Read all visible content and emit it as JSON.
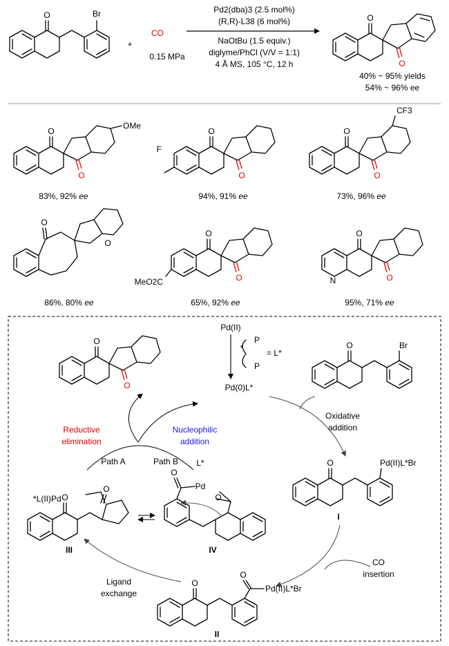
{
  "scheme": {
    "reactant_atom": "Br",
    "plus": "+",
    "co": "CO",
    "pressure": "0.15 MPa",
    "conditions": [
      "Pd2(dba)3 (2.5 mol%)",
      "(R,R)-L38 (6 mol%)",
      "NaOtBu (1.5 equiv.)",
      "diglyme/PhCl (V/V = 1:1)",
      "4 Å MS, 105 °C, 12 h"
    ],
    "yield_range": "40% ~ 95% yields",
    "ee_range": "54% ~ 96% ee",
    "carbonyl_O": "O"
  },
  "scope": [
    {
      "yield": "83%, 92%",
      "ee": "ee",
      "substituent": "OMe"
    },
    {
      "yield": "94%, 91%",
      "ee": "ee",
      "substituent": "F"
    },
    {
      "yield": "73%, 96%",
      "ee": "ee",
      "substituent": "CF3"
    },
    {
      "yield": "86%, 80%",
      "ee": "ee",
      "substituent": ""
    },
    {
      "yield": "65%, 92%",
      "ee": "ee",
      "substituent": "MeO2C"
    },
    {
      "yield": "95%, 71%",
      "ee": "ee",
      "substituent": "N"
    }
  ],
  "mechanism": {
    "pd2": "Pd(II)",
    "ligand_p": "P",
    "ligand_eq": "= L*",
    "star": "*",
    "pd0": "Pd(0)L*",
    "oxidative": "Oxidative",
    "addition": "addition",
    "intermediate_I": "I",
    "pd_aryl": "Pd(II)L*Br",
    "co": "CO",
    "insertion": "insertion",
    "intermediate_II": "II",
    "acyl_pd": "Pd(II)L*Br",
    "ligand": "Ligand",
    "exchange": "exchange",
    "intermediate_III": "III",
    "pd_III": "*L(II)Pd",
    "intermediate_IV": "IV",
    "l_star": "L*",
    "pd_IV": "Pd",
    "o": "O",
    "reductive": "Reductive",
    "elimination": "elimination",
    "nucleophilic": "Nucleophilic",
    "nuc_addition": "addition",
    "path_a": "Path A",
    "path_b": "Path B"
  }
}
